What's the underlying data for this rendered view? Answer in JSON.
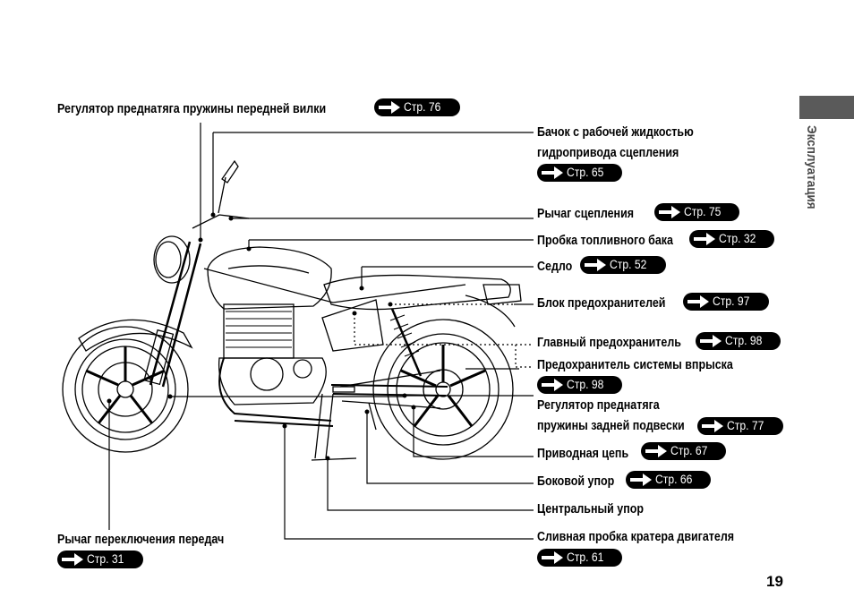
{
  "side_tab": {
    "label": "Эксплуатация"
  },
  "page_number": "19",
  "labels": [
    {
      "id": "front-fork-preload",
      "lines": [
        "Регулятор преднатяга пружины передней вилки"
      ],
      "ref": "Стр. 76"
    },
    {
      "id": "clutch-fluid-reservoir",
      "lines": [
        "Бачок с рабочей жидкостью",
        "гидропривода сцепления"
      ],
      "ref": "Стр. 65"
    },
    {
      "id": "clutch-lever",
      "lines": [
        "Рычаг сцепления"
      ],
      "ref": "Стр. 75"
    },
    {
      "id": "fuel-fill-cap",
      "lines": [
        "Пробка топливного бака"
      ],
      "ref": "Стр. 32"
    },
    {
      "id": "seat",
      "lines": [
        "Седло"
      ],
      "ref": "Стр. 52"
    },
    {
      "id": "fuse-box",
      "lines": [
        "Блок предохранителей"
      ],
      "ref": "Стр. 97"
    },
    {
      "id": "main-fuse",
      "lines": [
        "Главный предохранитель"
      ],
      "ref": "Стр. 98"
    },
    {
      "id": "injection-fuse",
      "lines": [
        "Предохранитель системы впрыска"
      ],
      "ref": "Стр. 98"
    },
    {
      "id": "rear-shock-preload",
      "lines": [
        "Регулятор преднатяга",
        "пружины задней подвески"
      ],
      "ref": "Стр. 77"
    },
    {
      "id": "drive-chain",
      "lines": [
        "Приводная цепь"
      ],
      "ref": "Стр. 67"
    },
    {
      "id": "side-stand",
      "lines": [
        "Боковой упор"
      ],
      "ref": "Стр. 66"
    },
    {
      "id": "center-stand",
      "lines": [
        "Центральный упор"
      ],
      "ref": ""
    },
    {
      "id": "oil-drain-bolt",
      "lines": [
        "Сливная пробка кратера двигателя"
      ],
      "ref": "Стр. 61"
    },
    {
      "id": "gearshift-pedal",
      "lines": [
        "Рычаг переключения передач"
      ],
      "ref": "Стр. 31"
    }
  ]
}
